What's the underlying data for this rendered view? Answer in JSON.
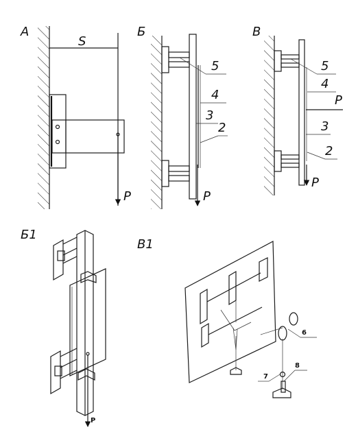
{
  "panels": {
    "a": "A",
    "b": "Б",
    "v": "В",
    "b1": "Б1",
    "v1": "В1"
  },
  "dimension": "S",
  "load": "P",
  "numbers": [
    "5",
    "4",
    "3",
    "2",
    "5",
    "4",
    "3",
    "2",
    "6",
    "7",
    "8"
  ]
}
